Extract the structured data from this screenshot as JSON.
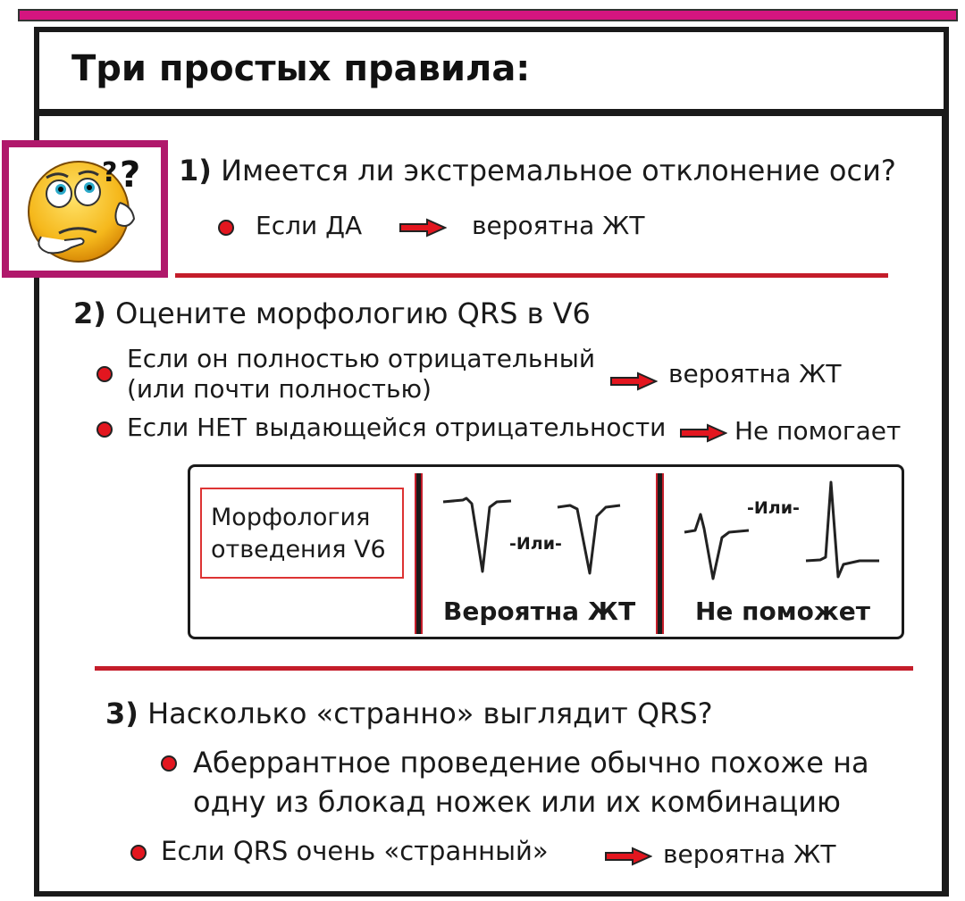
{
  "title": "Три простых правила:",
  "rule1": {
    "number": "1)",
    "question": "Имеется ли экстремальное отклонение оси?",
    "bullet_text": "Если ДА",
    "result": "вероятна ЖТ"
  },
  "rule2": {
    "number": "2)",
    "question": "Оцените морфологию QRS в V6",
    "bullet1_line1": "Если он полностью отрицательный",
    "bullet1_line2": "(или почти полностью)",
    "bullet1_result": "вероятна ЖТ",
    "bullet2_text": "Если НЕТ выдающейся отрицательности",
    "bullet2_result": "Не помогает",
    "figure": {
      "morph_line1": "Морфология",
      "morph_line2": "отведения V6",
      "or_label_1": "-Или-",
      "or_label_2": "-Или-",
      "caption_vt": "Вероятна ЖТ",
      "caption_nohelp": "Не поможет"
    }
  },
  "rule3": {
    "number": "3)",
    "question": "Насколько «странно» выглядит QRS?",
    "bullet1_line1": "Аберрантное проведение обычно похоже на",
    "bullet1_line2": "одну из блокад ножек или их комбинацию",
    "bullet2_text": "Если QRS очень «странный»",
    "bullet2_result": "вероятна ЖТ"
  },
  "colors": {
    "accent_magenta": "#d4157f",
    "rule_red": "#c41d2a",
    "bullet_red": "#e3161f"
  }
}
